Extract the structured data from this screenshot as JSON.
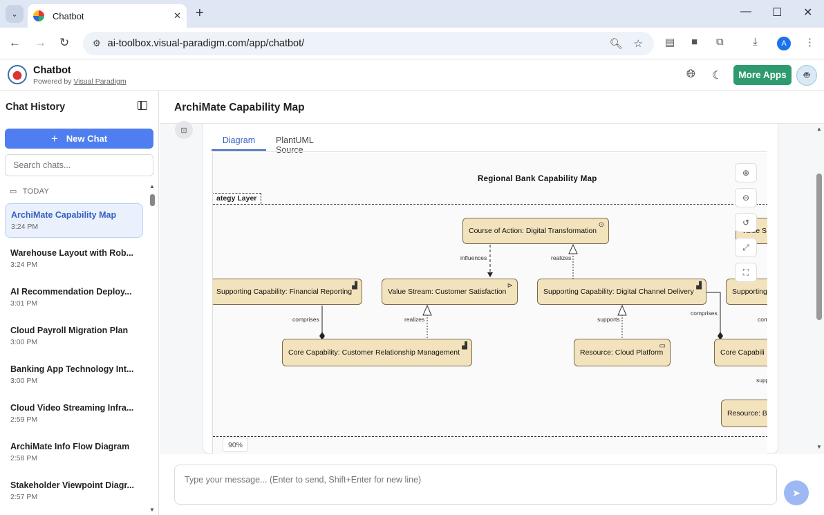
{
  "browser": {
    "tab_title": "Chatbot",
    "url": "ai-toolbox.visual-paradigm.com/app/chatbot/",
    "profile_initial": "A"
  },
  "app": {
    "title": "Chatbot",
    "powered_prefix": "Powered by",
    "powered_link": "Visual Paradigm",
    "more_apps": "More Apps",
    "accent_color": "#2e9b6f"
  },
  "sidebar": {
    "title": "Chat History",
    "new_chat": "New Chat",
    "search_placeholder": "Search chats...",
    "group_label": "TODAY",
    "items": [
      {
        "title": "ArchiMate Capability Map",
        "time": "3:24 PM"
      },
      {
        "title": "Warehouse Layout with Rob...",
        "time": "3:24 PM"
      },
      {
        "title": "AI Recommendation Deploy...",
        "time": "3:01 PM"
      },
      {
        "title": "Cloud Payroll Migration Plan",
        "time": "3:00 PM"
      },
      {
        "title": "Banking App Technology Int...",
        "time": "3:00 PM"
      },
      {
        "title": "Cloud Video Streaming Infra...",
        "time": "2:59 PM"
      },
      {
        "title": "ArchiMate Info Flow Diagram",
        "time": "2:58 PM"
      },
      {
        "title": "Stakeholder Viewpoint Diagr...",
        "time": "2:57 PM"
      }
    ]
  },
  "main": {
    "title": "ArchiMate Capability Map",
    "tabs": [
      "Diagram",
      "PlantUML Source"
    ],
    "zoom": "90%",
    "composer_placeholder": "Type your message... (Enter to send, Shift+Enter for new line)"
  },
  "diagram": {
    "title": "Regional Bank Capability Map",
    "layer_label": "ategy Layer",
    "nodes": {
      "course": "Course of Action: Digital Transformation",
      "value_ss": "Value S",
      "fin": "Supporting Capability: Financial Reporting",
      "vstream": "Value Stream: Customer Satisfaction",
      "digital": "Supporting Capability: Digital Channel Delivery",
      "supporting_cut": "Supporting",
      "crm": "Core Capability: Customer Relationship Management",
      "cloud": "Resource: Cloud Platform",
      "core_cut": "Core Capabili",
      "res_cut": "Resource: B"
    },
    "relations": {
      "influences": "influences",
      "realizes1": "realizes",
      "comprises1": "comprises",
      "realizes2": "realizes",
      "supports": "supports",
      "comprises2": "comprises",
      "com_cut": "com",
      "supp_cut": "supp"
    }
  }
}
